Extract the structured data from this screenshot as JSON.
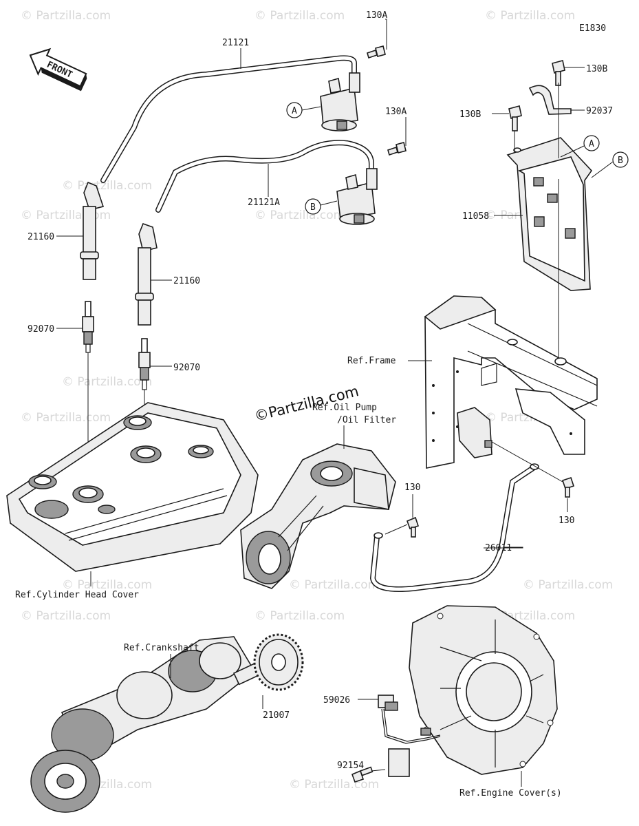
{
  "diagram_code": "E1830",
  "front_label": "FRONT",
  "watermark_center": "©Partzilla.com",
  "watermark_tile": "© Partzilla.com",
  "callouts": {
    "bolt_130a_top": "130A",
    "bolt_130a_mid": "130A",
    "bolt_130b_top": "130B",
    "bolt_130b_left": "130B",
    "clamp": "92037",
    "wire_21121": "21121",
    "wire_21121a": "21121A",
    "cap_21160_left": "21160",
    "cap_21160_right": "21160",
    "plug_92070_left": "92070",
    "plug_92070_right": "92070",
    "bracket_11058": "11058",
    "ref_frame": "Ref.Frame",
    "ref_oil_pump_1": "Ref.Oil Pump",
    "ref_oil_pump_2": "/Oil Filter",
    "bolt_130_mid": "130",
    "bolt_130_right": "130",
    "ground_lead": "26011",
    "ref_cyl_head": "Ref.Cylinder Head Cover",
    "ref_crankshaft": "Ref.Crankshaft",
    "rotor_21007": "21007",
    "sensor_59026": "59026",
    "bolt_92154": "92154",
    "ref_engine_cover": "Ref.Engine Cover(s)"
  },
  "markers": {
    "coil_a": "A",
    "coil_b": "B",
    "bracket_a": "A",
    "bracket_b": "B"
  }
}
